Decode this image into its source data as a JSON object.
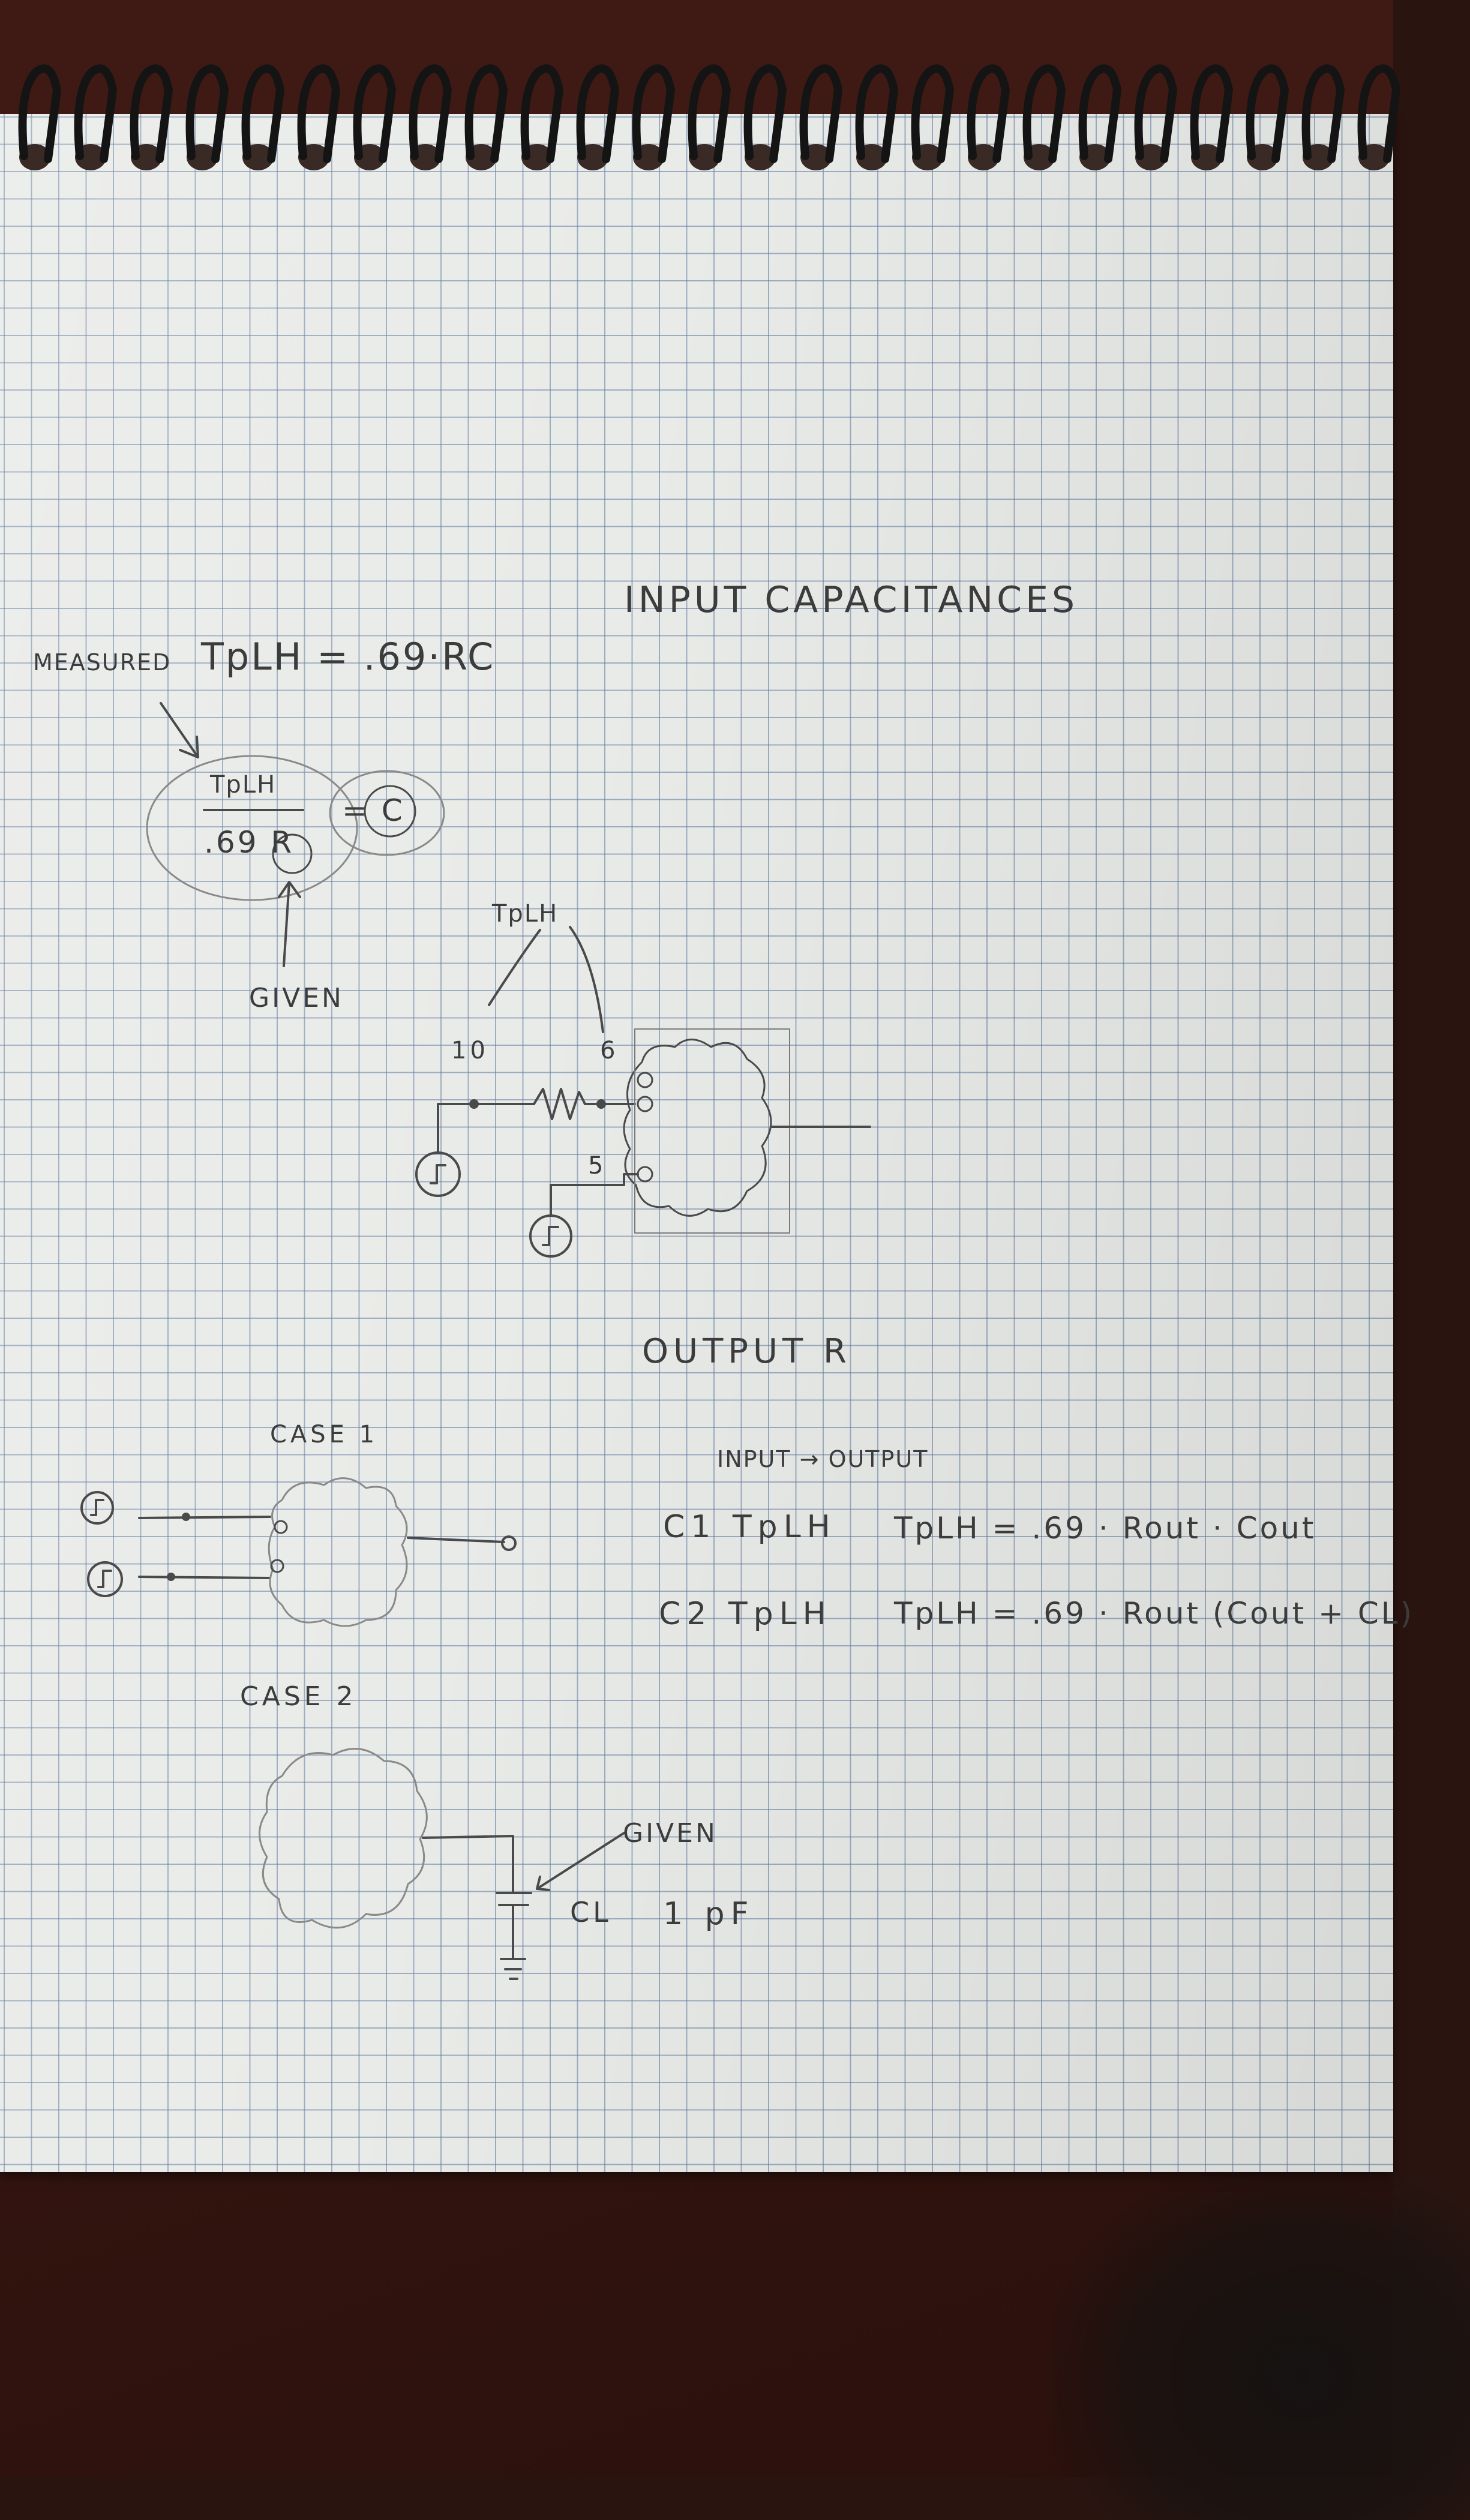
{
  "notebook": {
    "heading_input": "INPUT CAPACITANCES",
    "measured_label": "MEASURED",
    "formula_top": "TpLH = .69·RC",
    "fraction_numerator": "TpLH",
    "fraction_denominator": ".69 R",
    "fraction_result": "= C",
    "given_label_1": "GIVEN",
    "tplh_circuit_label": "TpLH",
    "node_10": "10",
    "node_6": "6",
    "node_5": "5",
    "heading_output": "OUTPUT R",
    "case_1": "CASE 1",
    "case_2": "CASE 2",
    "input_output": "INPUT → OUTPUT",
    "row_c1_label": "C1 TpLH",
    "row_c1_formula": "TpLH = .69 · Rout · Cout",
    "row_c2_label": "C2 TpLH",
    "row_c2_formula": "TpLH = .69 · Rout (Cout + CL)",
    "given_label_2": "GIVEN",
    "cl_label": "CL",
    "cl_value": "1 pF"
  }
}
